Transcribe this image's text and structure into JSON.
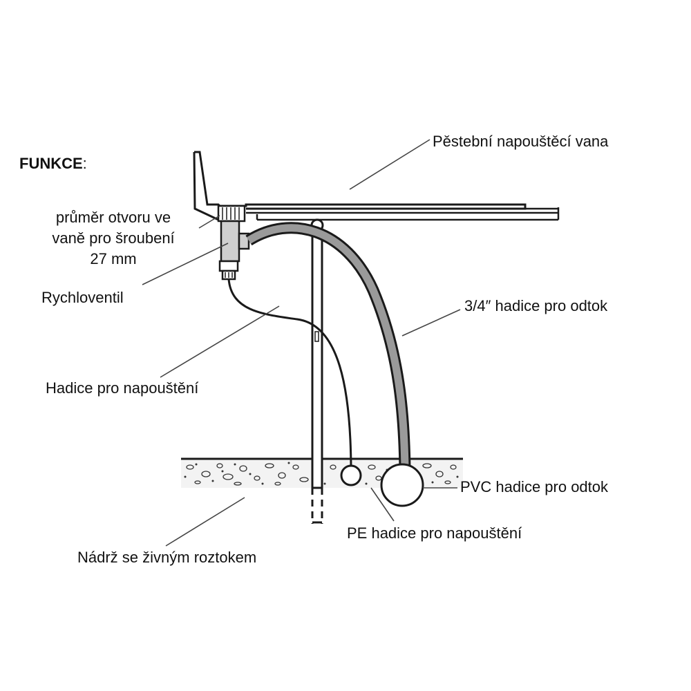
{
  "heading": {
    "text": "FUNKCE",
    "colon": ":"
  },
  "labels": {
    "tray": "Pěstební napouštěcí vana",
    "hole_diameter_line1": "průměr otvoru ve",
    "hole_diameter_line2": "vaně pro šroubení",
    "hole_diameter_line3": "27 mm",
    "quick_valve": "Rychloventil",
    "drain_hose_34": "3/4″ hadice pro odtok",
    "fill_hose": "Hadice pro napouštění",
    "pvc_drain_hose": "PVC hadice pro odtok",
    "pe_fill_hose": "PE hadice pro napouštění",
    "reservoir": "Nádrž se živným roztokem"
  },
  "colors": {
    "line": "#1a1a1a",
    "hose_fill": "#9a9a9a",
    "ground_fill": "#e6e6e6",
    "background": "#ffffff"
  }
}
